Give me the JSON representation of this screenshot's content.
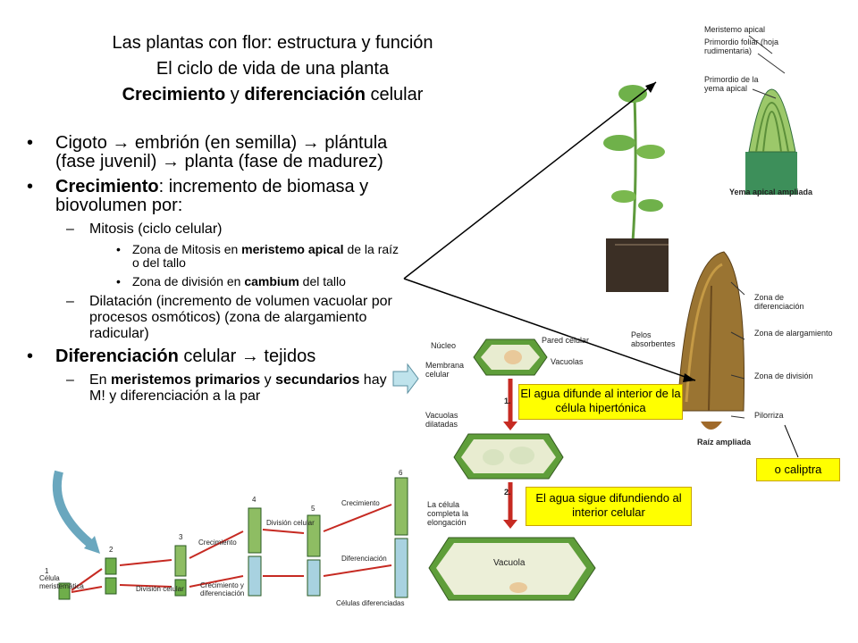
{
  "title": {
    "line1": "Las plantas con flor: estructura y función",
    "line2": "El ciclo de vida de una planta",
    "line3_bold1": "Crecimiento",
    "line3_mid": " y ",
    "line3_bold2": "diferenciación",
    "line3_end": " celular"
  },
  "bullets": {
    "b1": {
      "a": "Cigoto ",
      "b": " embrión (en semilla) ",
      "c": " plántula (fase juvenil) ",
      "d": " planta (fase de madurez)"
    },
    "b2": {
      "bold": "Crecimiento",
      "text": ": incremento de biomasa y biovolumen por:"
    },
    "sub1": "Mitosis (ciclo celular)",
    "sub1a": {
      "a": "Zona de Mitosis en ",
      "b": "meristemo apical",
      "c": " de la raíz o del tallo"
    },
    "sub1b": {
      "a": "Zona de división en ",
      "b": "cambium",
      "c": " del tallo"
    },
    "sub2": "Dilatación (incremento de volumen vacuolar por procesos osmóticos) (zona de alargamiento radicular)",
    "b3": {
      "bold": "Diferenciación",
      "text": " celular ",
      "end": " tejidos"
    },
    "sub3": {
      "a": "En ",
      "b": "meristemos primarios",
      "c": " y ",
      "d": "secundarios",
      "e": " hay M! y diferenciación a la par"
    }
  },
  "callouts": {
    "difunde": "El agua difunde al interior de la célula hipertónica",
    "sigue": "El agua sigue difundiendo al interior celular",
    "caliptra": "o caliptra"
  },
  "plant_figure": {
    "meristemo": "Meristemo apical",
    "primordio_foliar": "Primordio foliar (hoja rudimentaria)",
    "primordio_yema": "Primordio de la yema apical",
    "yema_caption": "Yema apical ampliada",
    "zona_dif": "Zona de diferenciación",
    "zona_alarg": "Zona de alargamiento",
    "zona_div": "Zona de división",
    "pilorriza": "Pilorriza",
    "pelos": "Pelos absorbentes",
    "raiz_caption": "Raíz ampliada"
  },
  "cell_figure": {
    "nucleo": "Núcleo",
    "pared": "Pared celular",
    "membrana": "Membrana celular",
    "vacuolas": "Vacuolas",
    "vac_dil": "Vacuolas dilatadas",
    "step1": "1.",
    "step2": "2.",
    "completa": "La célula completa la elongación",
    "vacuola": "Vacuola"
  },
  "growth_figure": {
    "n1": "1",
    "n2": "2",
    "n3": "3",
    "n4": "4",
    "n5": "5",
    "n6": "6",
    "celula": "Célula meristemática",
    "division": "División celular",
    "crec1": "Crecimiento",
    "crec_dif": "Crecimiento y diferenciación",
    "div2": "División celular",
    "crec2": "Crecimiento",
    "diferen": "Diferenciación",
    "dif_cells": "Células diferenciadas"
  },
  "colors": {
    "callout": "#ffff00",
    "arrow_fill": "#bfe3ec",
    "arrow_edge": "#5a8fa0",
    "curved_arrow": "#6aa7be"
  }
}
